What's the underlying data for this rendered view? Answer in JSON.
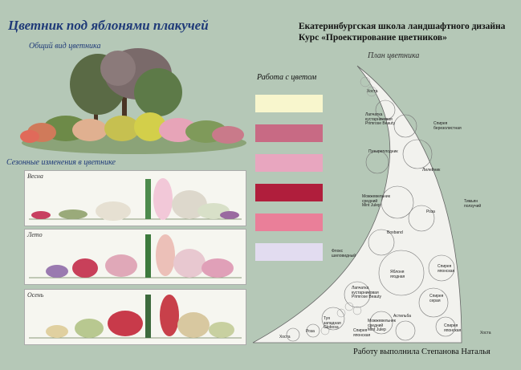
{
  "title": "Цветник под яблонями плакучей",
  "school": {
    "line1": "Екатеринбургская школа ландшафтного дизайна",
    "line2": "Курс «Проектирование цветников»"
  },
  "captions": {
    "general_view": "Общий вид цветника",
    "seasonal": "Сезонные изменения в цветнике",
    "color_work": "Работа с цветом",
    "plan": "План цветника"
  },
  "seasons": [
    "Весна",
    "Лето",
    "Осень"
  ],
  "color_swatches": [
    "#f8f6cd",
    "#c86a84",
    "#e8a6bf",
    "#b01e3c",
    "#ea7f99",
    "#e2dcf0"
  ],
  "plan_labels": [
    "Хоста",
    "Лапчатка\nкустарниковая\nPrimrose Beauty",
    "Спирея\nберезолистная",
    "Пузыреплодник",
    "Лилейник",
    "Можжевельник\nсредний\nMint Julep",
    "Роза",
    "Тимьян\nползучий",
    "Boxband",
    "Флокс\nшиловидный",
    "Яблоня\nягодная",
    "Спирея\nяпонская",
    "Лапчатка\nкустарниковая\nPrimrose Beauty",
    "Спирея\nсерая",
    "Астильба",
    "Туя\nзападная\nGlobosa",
    "Можжевельник\nсредний\nMint Julep",
    "Спирея\nяпонская",
    "Спирея\nяпонская",
    "Хоста",
    "Роза",
    "Хоста"
  ],
  "author": "Работу выполнила Степанова Наталья"
}
